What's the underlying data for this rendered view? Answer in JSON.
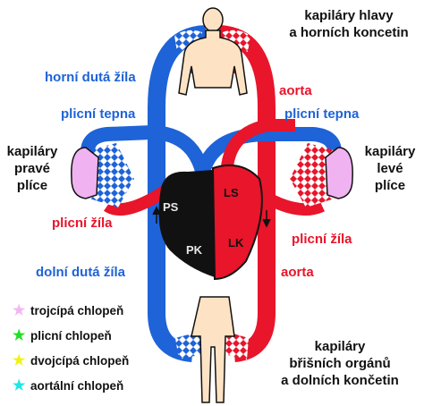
{
  "colors": {
    "artery": "#e8152b",
    "vein": "#1e63d8",
    "lung": "#f0b2f0",
    "skin": "#fde3c4",
    "heart_right": "#111111",
    "heart_left": "#e8152b",
    "text_blue": "#1e63d8",
    "text_red": "#e8152b",
    "text_black": "#111111"
  },
  "labels": {
    "head_capillaries": "kapiláry hlavy\na horních koncetin",
    "superior_vena_cava": "horní dutá žíla",
    "aorta_top": "aorta",
    "pulmonary_artery_left": "plicní tepna",
    "pulmonary_artery_right": "plicní tepna",
    "right_lung_capillaries": "kapiláry\npravé\nplíce",
    "left_lung_capillaries": "kapiláry\nlevé\nplíce",
    "pulmonary_vein_left": "plicní žíla",
    "pulmonary_vein_right": "plicní žíla",
    "inferior_vena_cava": "dolní dutá žíla",
    "aorta_bottom": "aorta",
    "abdominal_capillaries": "kapiláry\nbřišních orgánů\na dolních končetin"
  },
  "heart_chambers": {
    "ps": "PS",
    "pk": "PK",
    "ls": "LS",
    "lk": "LK"
  },
  "legend": [
    {
      "star_color": "#f3b6f3",
      "icon": "star-icon",
      "label": "trojcípá chlopeň"
    },
    {
      "star_color": "#22e022",
      "icon": "star-icon",
      "label": "plicní chlopeň"
    },
    {
      "star_color": "#f2f21a",
      "icon": "star-icon",
      "label": "dvojcípá chlopeň"
    },
    {
      "star_color": "#1ee6e6",
      "icon": "star-icon",
      "label": "aortální chlopeň"
    }
  ]
}
